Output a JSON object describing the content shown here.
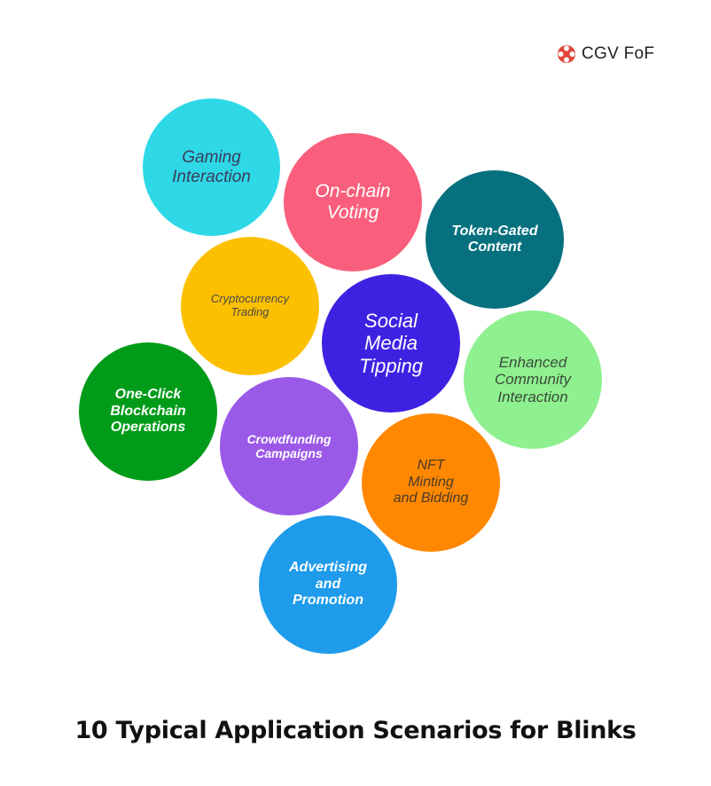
{
  "brand": {
    "name": "CGV FoF",
    "mark_color": "#e2443b"
  },
  "title": "10 Typical Application Scenarios for Blinks",
  "scenarios": [
    {
      "label": "Gaming\nInteraction",
      "color": "#2ed8e6",
      "text_color": "#3b3b5a"
    },
    {
      "label": "On-chain\nVoting",
      "color": "#f95f7c",
      "text_color": "#ffffff"
    },
    {
      "label": "Token-Gated\nContent",
      "color": "#06707f",
      "text_color": "#ffffff"
    },
    {
      "label": "Cryptocurrency\nTrading",
      "color": "#fcc000",
      "text_color": "#4a4a4a"
    },
    {
      "label": "Social\nMedia\nTipping",
      "color": "#3e22e2",
      "text_color": "#ffffff"
    },
    {
      "label": "Enhanced\nCommunity\nInteraction",
      "color": "#8ef08e",
      "text_color": "#3d4a3d"
    },
    {
      "label": "One-Click\nBlockchain\nOperations",
      "color": "#009b19",
      "text_color": "#ffffff"
    },
    {
      "label": "Crowdfunding\nCampaigns",
      "color": "#9b59e8",
      "text_color": "#ffffff"
    },
    {
      "label": "NFT\nMinting\nand Bidding",
      "color": "#ff8800",
      "text_color": "#4a3a2a"
    },
    {
      "label": "Advertising\nand\nPromotion",
      "color": "#1e9bea",
      "text_color": "#ffffff"
    }
  ]
}
